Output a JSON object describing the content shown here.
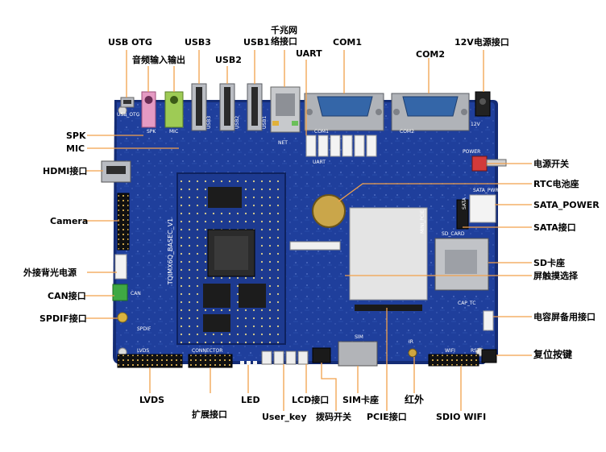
{
  "board": {
    "colors": {
      "pcb": "#1f3f9c",
      "pcb_edge": "#142c75",
      "leader": "#f2a14b",
      "silk": "#ffffff",
      "metal": "#b9bcc2",
      "gold": "#c9a24a"
    },
    "silkscreen": {
      "board_name": "TQIMX6Q_BASEC_V1",
      "net": "NET",
      "com1": "COM1",
      "com2": "COM2",
      "mini_pcie": "MINI_PCIE",
      "sd_card": "SD_CARD",
      "sim": "SIM",
      "wifi": "WIFI",
      "rst": "RST",
      "ir": "IR",
      "can": "CAN",
      "spdif": "SPDIF",
      "cap_tc": "CAP_TC",
      "connector": "CONNECTOR",
      "lvds": "LVDS",
      "dc12v": "12V",
      "sata": "SATA",
      "sata_pwr": "SATA_PWR",
      "power": "POWER",
      "usb_otg": "USB_OTG",
      "usb1": "USB1",
      "usb2": "USB2",
      "usb3": "USB3",
      "spk": "SPK",
      "mic": "MIC",
      "uart": "UART"
    }
  },
  "labels": {
    "usb_otg": "USB OTG",
    "usb3": "USB3",
    "usb1": "USB1",
    "ethernet_line1": "千兆网",
    "ethernet_line2": "络接口",
    "uart": "UART",
    "com1": "COM1",
    "com2": "COM2",
    "power_12v": "12V电源接口",
    "audio_io": "音频输入输出",
    "usb2": "USB2",
    "spk": "SPK",
    "mic": "MIC",
    "hdmi": "HDMI接口",
    "camera": "Camera",
    "backlight": "外接背光电源",
    "can": "CAN接口",
    "spdif": "SPDIF接口",
    "power_switch": "电源开关",
    "rtc_battery": "RTC电池座",
    "sata_power": "SATA_POWER",
    "sata": "SATA接口",
    "sd_card": "SD卡座",
    "touch_select": "屏触摸选择",
    "cap_touch": "电容屏备用接口",
    "reset_button": "复位按键",
    "lvds": "LVDS",
    "expansion": "扩展接口",
    "led": "LED",
    "user_key": "User_key",
    "lcd": "LCD接口",
    "dip_switch": "拨码开关",
    "sim": "SIM卡座",
    "pcie": "PCIE接口",
    "infrared": "红外",
    "sdio_wifi": "SDIO WIFI"
  }
}
